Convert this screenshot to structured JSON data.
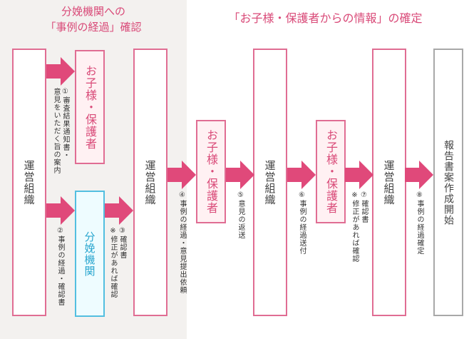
{
  "phase1": {
    "title_line1": "分娩機関への",
    "title_line2": "「事例の経過」確認"
  },
  "phase2": {
    "title": "「お子様・保護者からの情報」の確定"
  },
  "boxes": {
    "org1": "運営組織",
    "guardian1": "お子様・保護者",
    "institution": "分娩機関",
    "org2": "運営組織",
    "guardian2": "お子様・保護者",
    "org3": "運営組織",
    "guardian3": "お子様・保護者",
    "org4": "運営組織",
    "report": "報告書案作成開始"
  },
  "steps": {
    "s1": {
      "line1": "①審査結果通知書・",
      "line2": "意見をいただく旨の案内"
    },
    "s2": {
      "line1": "②事例の経過・確認書"
    },
    "s3": {
      "line1": "③確認書",
      "line2": "※修正があれば確認"
    },
    "s4": {
      "line1": "④事例の経過・意見提出依頼"
    },
    "s5": {
      "line1": "⑤意見の返送"
    },
    "s6": {
      "line1": "⑥事例の経過送付"
    },
    "s7": {
      "line1": "⑦確認書",
      "line2": "※修正があれば確認"
    },
    "s8": {
      "line1": "⑧事例の経過確定"
    }
  },
  "colors": {
    "arrow": "#e0497a",
    "box_border": "#e06d93",
    "box_fill": "#fff1f3",
    "institution_border": "#52bfe0",
    "institution_fill": "#eefcff",
    "report_border": "#a8a8a8",
    "phase1_background": "#f3f1ef",
    "title_text": "#d94a78"
  }
}
